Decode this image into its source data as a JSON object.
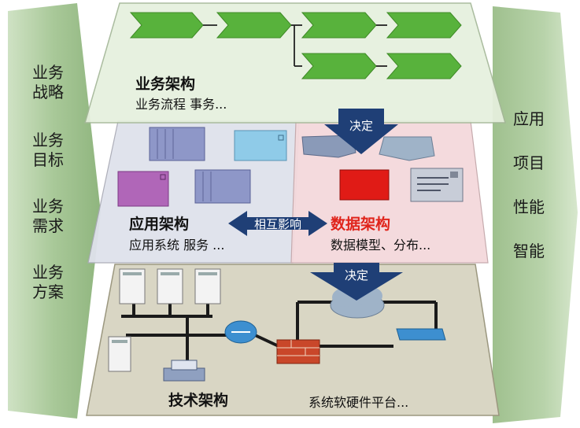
{
  "left_panel": {
    "items": [
      {
        "line1": "业务",
        "line2": "战略"
      },
      {
        "line1": "业务",
        "line2": "目标"
      },
      {
        "line1": "业务",
        "line2": "需求"
      },
      {
        "line1": "业务",
        "line2": "方案"
      }
    ]
  },
  "right_panel": {
    "items": [
      "应用",
      "项目",
      "性能",
      "智能"
    ]
  },
  "layers": {
    "business": {
      "title": "业务架构",
      "subtitle": "业务流程   事务..."
    },
    "application": {
      "title": "应用架构",
      "subtitle": "应用系统   服务 ..."
    },
    "data": {
      "title": "数据架构",
      "subtitle": "数据模型、分布..."
    },
    "technology": {
      "title": "技术架构",
      "subtitle": "系统软硬件平台..."
    }
  },
  "arrows": {
    "decide_top": "决定",
    "mutual": "相互影响",
    "decide_bottom": "决定"
  },
  "colors": {
    "side_green": "#a9c89a",
    "business_layer": "#e3eedb",
    "application_layer": "#dde0ea",
    "data_layer": "#f3d9dc",
    "technology_layer": "#d6d3c1",
    "process_green": "#55b33a",
    "arrow_navy": "#1f3f76",
    "data_title_red": "#e0241b"
  }
}
